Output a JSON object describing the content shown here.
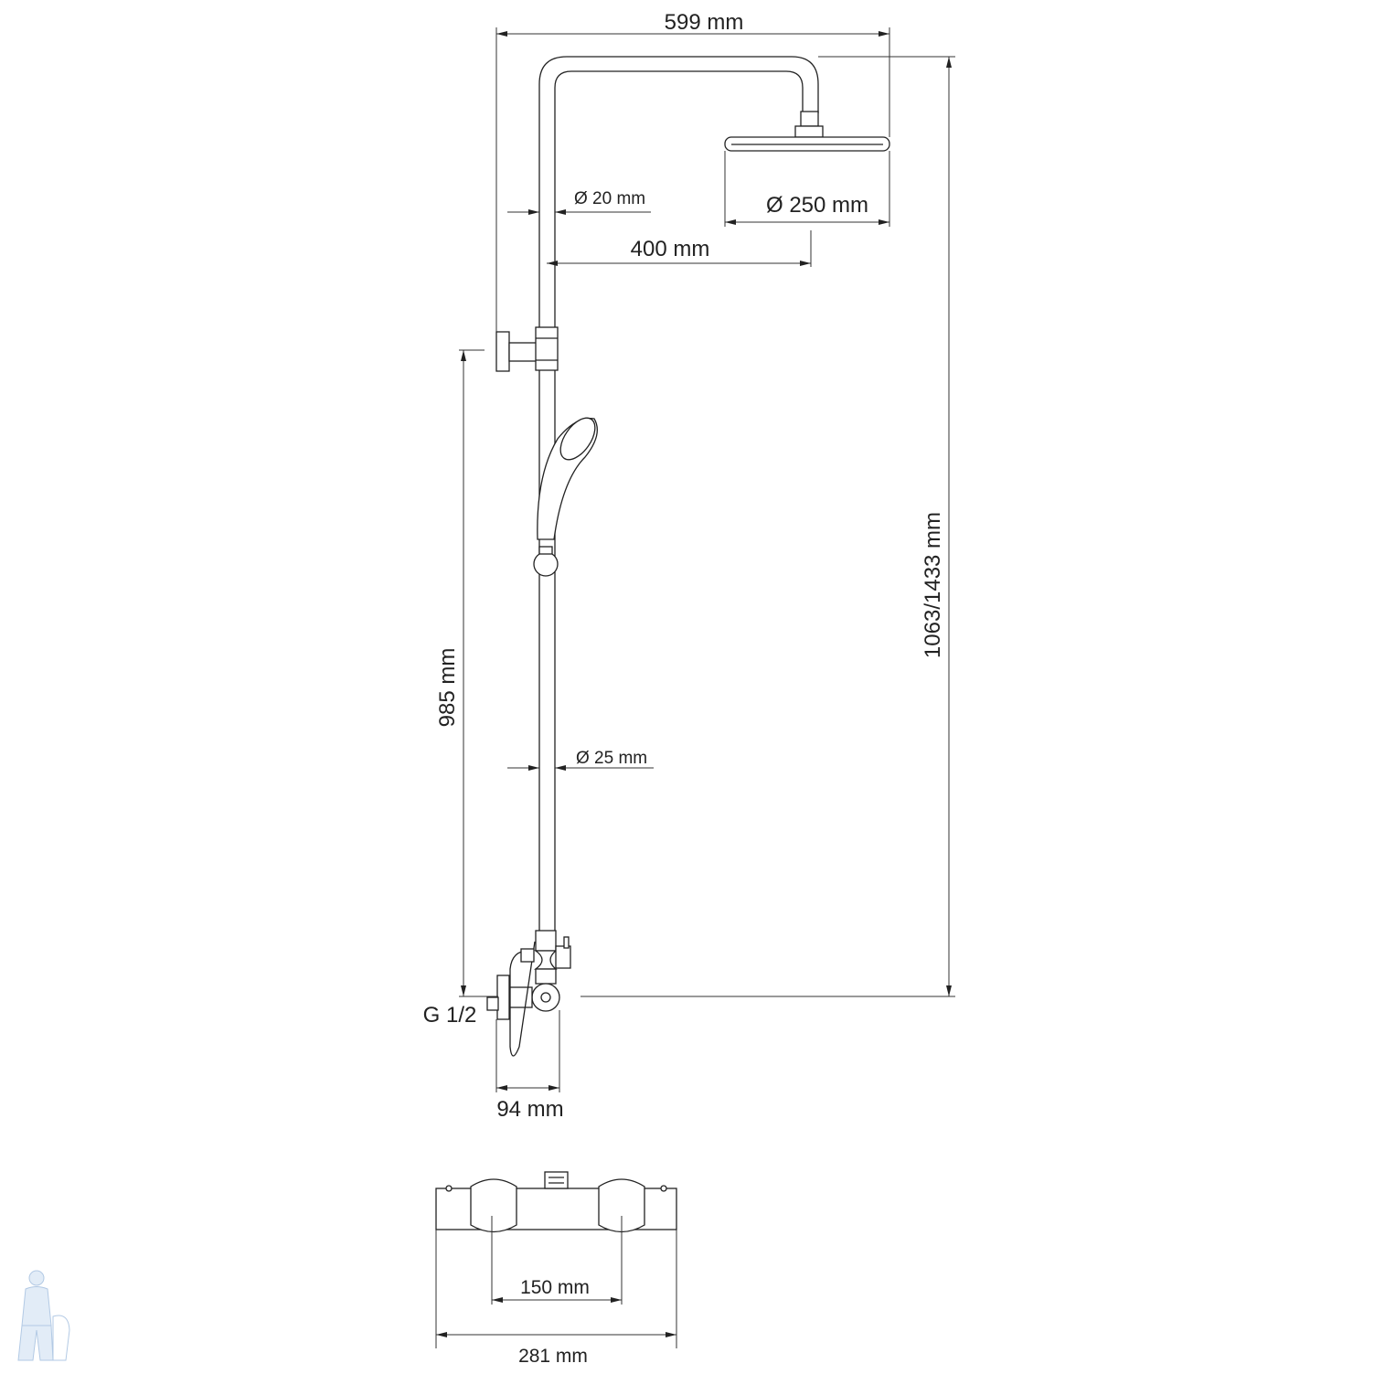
{
  "drawing": {
    "title": "Shower system dimensions",
    "dimensions": {
      "overall_width": "599 mm",
      "head_diameter": "Ø 250 mm",
      "arm_pipe_diameter": "Ø 20 mm",
      "arm_reach": "400 mm",
      "overall_height": "1063/1433 mm",
      "bracket_height": "985 mm",
      "rail_pipe_diameter": "Ø 25 mm",
      "inlet_thread": "G 1/2",
      "mixer_depth": "94 mm",
      "inlet_spacing": "150 mm",
      "mixer_width": "281 mm"
    }
  },
  "colors": {
    "line": "#222222",
    "logo": "#a9c6e6"
  }
}
